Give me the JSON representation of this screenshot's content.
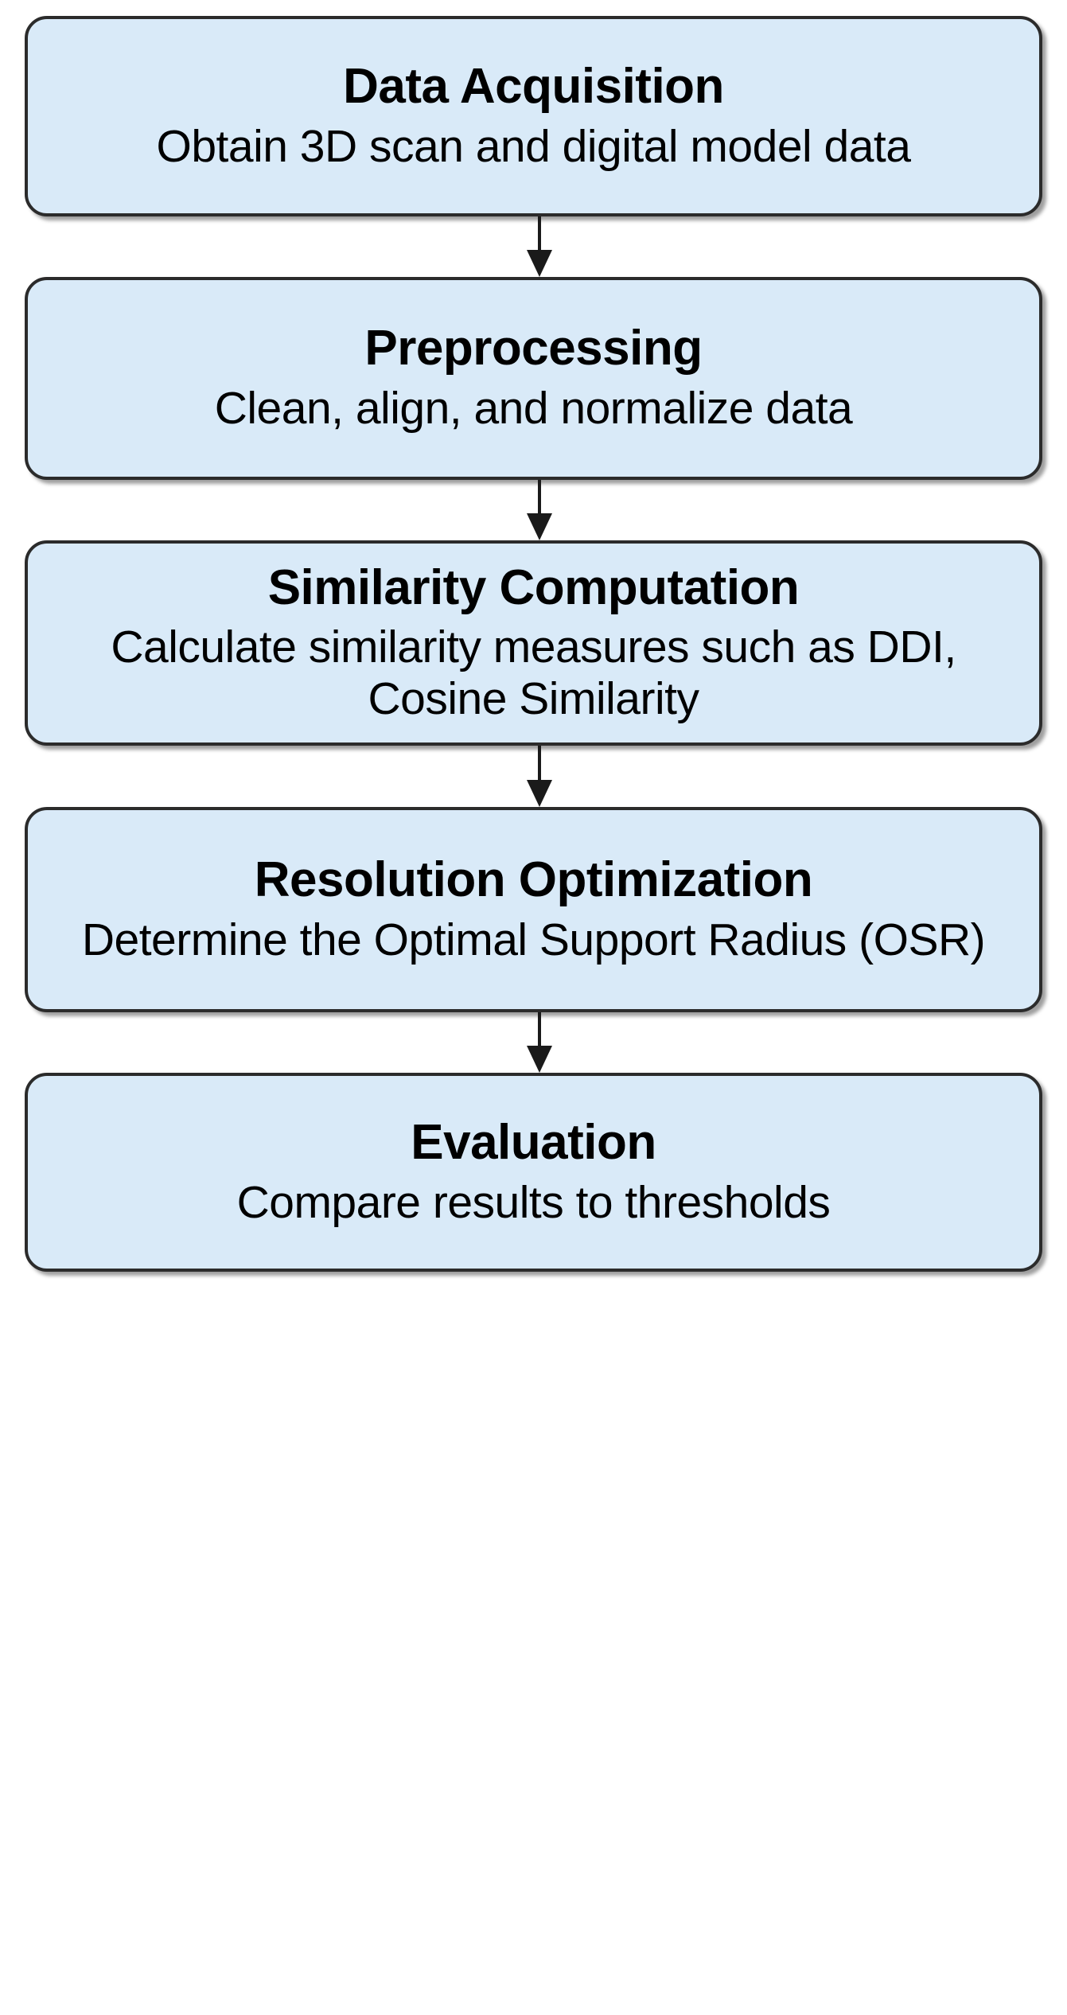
{
  "diagram": {
    "type": "flowchart",
    "orientation": "vertical-top-to-bottom",
    "node_fill_color": "#d9eaf8",
    "node_border_color": "#2b2b2b",
    "connector_color": "#1a1a1a",
    "text_color": "#000000",
    "nodes": [
      {
        "id": "data-acquisition",
        "title": "Data Acquisition",
        "description": "Obtain 3D scan and digital model data"
      },
      {
        "id": "preprocessing",
        "title": "Preprocessing",
        "description": "Clean, align, and normalize data"
      },
      {
        "id": "similarity-computation",
        "title": "Similarity Computation",
        "description": "Calculate similarity measures such as DDI, Cosine Similarity"
      },
      {
        "id": "resolution-optimization",
        "title": "Resolution Optimization",
        "description": "Determine the Optimal Support Radius (OSR)"
      },
      {
        "id": "evaluation",
        "title": "Evaluation",
        "description": "Compare results to thresholds"
      }
    ],
    "connectors": [
      {
        "id": "arrow-1",
        "from": "data-acquisition",
        "to": "preprocessing",
        "icon": "arrow-down-icon"
      },
      {
        "id": "arrow-2",
        "from": "preprocessing",
        "to": "similarity-computation",
        "icon": "arrow-down-icon"
      },
      {
        "id": "arrow-3",
        "from": "similarity-computation",
        "to": "resolution-optimization",
        "icon": "arrow-down-icon"
      },
      {
        "id": "arrow-4",
        "from": "resolution-optimization",
        "to": "evaluation",
        "icon": "arrow-down-icon"
      }
    ]
  }
}
